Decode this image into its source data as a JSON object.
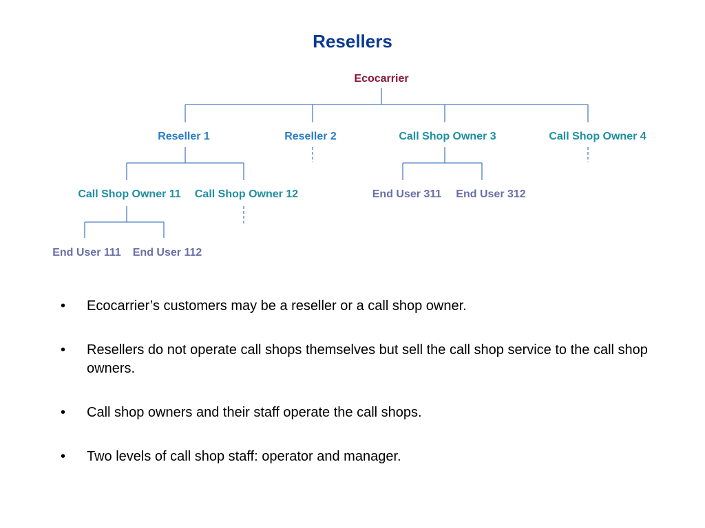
{
  "title": "Resellers",
  "colors": {
    "title": "#0b3a8f",
    "root": "#8b1538",
    "reseller": "#2a7cc7",
    "shop_owner": "#1f8fa0",
    "end_user": "#6a6fa6",
    "line": "#4f7ec4"
  },
  "diagram": {
    "root": "Ecocarrier",
    "level1": [
      "Reseller 1",
      "Reseller 2",
      "Call Shop Owner 3",
      "Call Shop Owner 4"
    ],
    "reseller1_children": [
      "Call Shop Owner 11",
      "Call Shop Owner 12"
    ],
    "shop_owner3_children": [
      "End User 311",
      "End User 312"
    ],
    "shop_owner11_children": [
      "End User 111",
      "End User 112"
    ]
  },
  "bullet_symbol": "•",
  "bullets": [
    "Ecocarrier’s customers may be a reseller or a call shop owner.",
    "Resellers do not operate call shops themselves but sell the call shop service to the call shop owners.",
    "Call shop owners and their staff operate the call shops.",
    "Two levels of call shop staff:  operator and manager."
  ]
}
